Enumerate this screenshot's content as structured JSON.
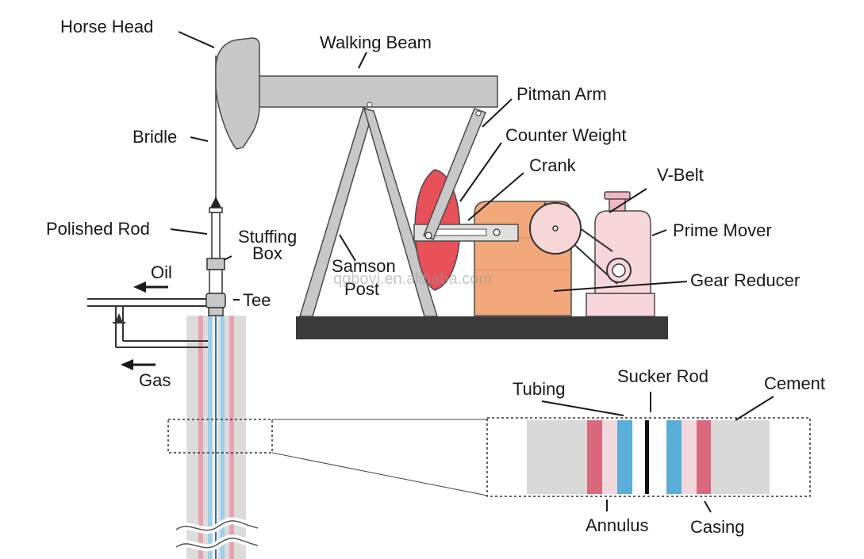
{
  "labels": {
    "horse_head": "Horse Head",
    "walking_beam": "Walking Beam",
    "pitman_arm": "Pitman Arm",
    "counter_weight": "Counter Weight",
    "crank": "Crank",
    "v_belt": "V-Belt",
    "prime_mover": "Prime Mover",
    "gear_reducer": "Gear Reducer",
    "bridle": "Bridle",
    "polished_rod": "Polished Rod",
    "stuffing": "Stuffing",
    "box": "Box",
    "oil": "Oil",
    "tee": "Tee",
    "gas": "Gas",
    "samson": "Samson",
    "post": "Post",
    "tubing": "Tubing",
    "sucker_rod": "Sucker Rod",
    "cement": "Cement",
    "annulus": "Annulus",
    "casing": "Casing"
  },
  "watermark": "qgboyi.en.alibaba.com",
  "colors": {
    "frame_gray": "#c8c8c8",
    "outline": "#4a4a4a",
    "base": "#3a3a3a",
    "counter_weight": "#e8505a",
    "gear_reducer": "#f2a87a",
    "prime_mover": "#f7d6dc",
    "prime_mover_top": "#f2b7c2",
    "cement": "#d9d9d9",
    "casing": "#d96a7d",
    "tubing": "#5aaed8",
    "annulus_light": "#f0d8dd",
    "sucker_rod": "#111111"
  }
}
